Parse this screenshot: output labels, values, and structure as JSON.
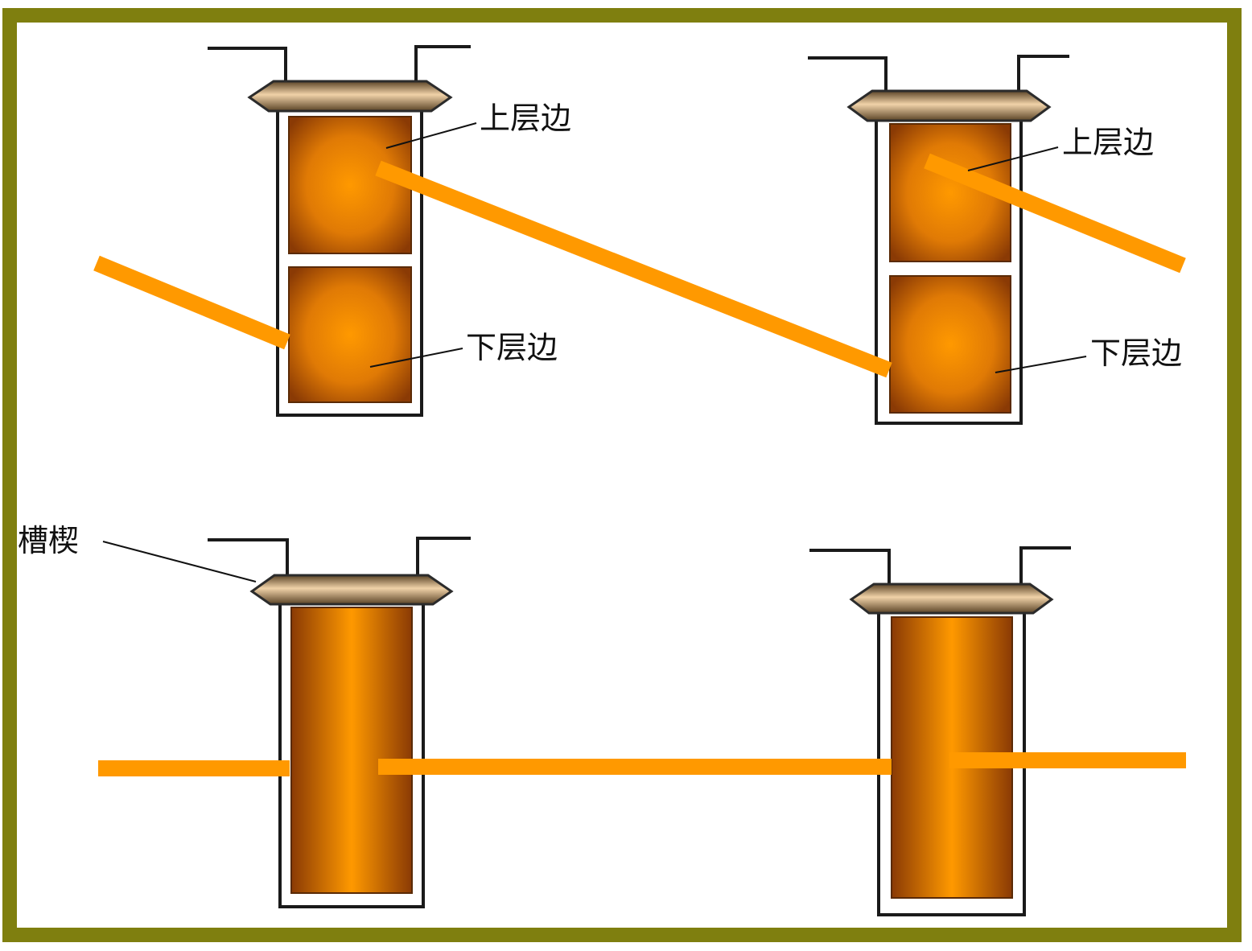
{
  "diagram": {
    "labels": {
      "upper_layer": "上层边",
      "lower_layer": "下层边",
      "slot_wedge": "槽楔"
    },
    "colors": {
      "frame": "#7f7f0f",
      "coil_bar": "#ff9900",
      "conductor_center": "#ff9900",
      "conductor_edge": "#8a3a05",
      "wedge_light": "#e8c9a0",
      "wedge_dark": "#5a4326"
    }
  }
}
